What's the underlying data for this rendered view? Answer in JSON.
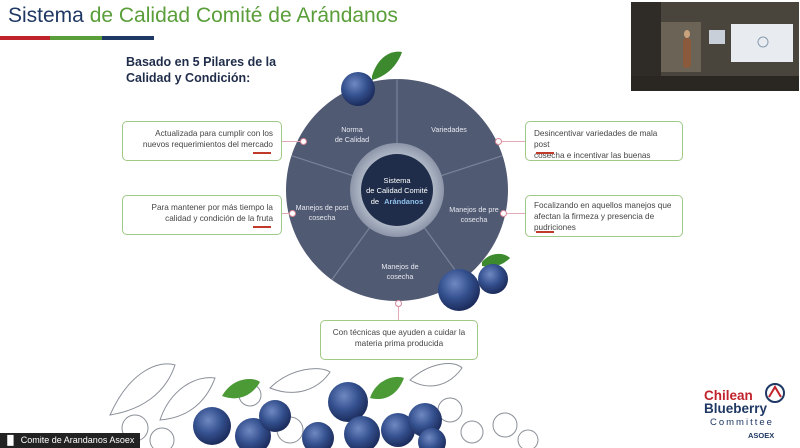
{
  "slide": {
    "title_part1": "Sistema",
    "title_part2": "de Calidad Comité de Arándanos",
    "subtitle_line1": "Basado en 5 Pilares de la",
    "subtitle_line2": "Calidad y Condición:",
    "center_line1": "Sistema",
    "center_line2": "de Calidad Comité",
    "center_line3_pre": "de",
    "center_line3_bold": "Arándanos",
    "segments": {
      "norma": [
        "Norma",
        "de Calidad"
      ],
      "variedades": [
        "Variedades"
      ],
      "pre": [
        "Manejos de pre",
        "cosecha"
      ],
      "cosecha": [
        "Manejos de",
        "cosecha"
      ],
      "post": [
        "Manejos de post",
        "cosecha"
      ]
    },
    "callouts": {
      "top_left": [
        "Actualizada para cumplir con los",
        "nuevos requerimientos del mercado"
      ],
      "mid_left": [
        "Para mantener por más tiempo la",
        "calidad y condición de la fruta"
      ],
      "top_right": [
        "Desincentivar variedades de mala post",
        "cosecha e incentivar las buenas"
      ],
      "mid_right": [
        "Focalizando en aquellos manejos que",
        "afectan la firmeza y presencia de",
        "pudriciones"
      ],
      "bottom": [
        "Con técnicas que ayuden a cuidar la",
        "materia prima producida"
      ]
    },
    "logo": {
      "line1": "Chilean",
      "line2": "Blueberry",
      "line3": "Committee",
      "line4": "ASOEX"
    },
    "colors": {
      "title_blue": "#1f3864",
      "title_green": "#5a9e3a",
      "wheel": "#4f5770",
      "center": "#1f2d4a",
      "callout_border": "#9fc985",
      "accent_red": "#c0232c"
    }
  },
  "video": {
    "caption": "Comite de Arandanos Asoex"
  }
}
